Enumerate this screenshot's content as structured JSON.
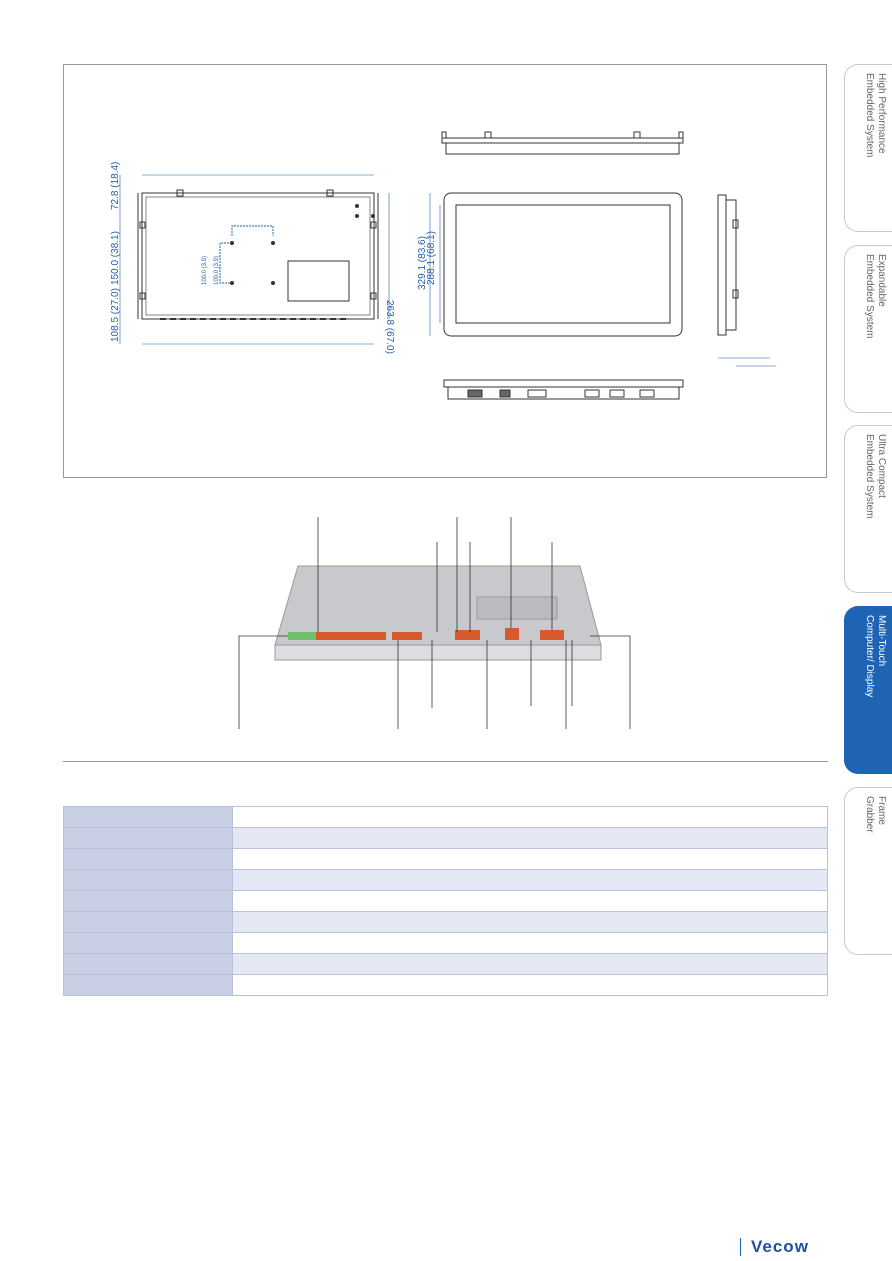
{
  "dimensions": {
    "left_v1": "108.5 (27.0)",
    "left_v2": "150.0 (38.1)",
    "left_v3": "72.8 (18.4)",
    "right_v1": "263.8 (67.0)",
    "front_v1": "329.1 (83.6)",
    "front_v2": "288.1 (68.1)",
    "vesa_v": "100.0 (3.9)",
    "vesa_h": "100.0 (3.9)"
  },
  "tabs": [
    {
      "label": "High Performance\nEmbedded System"
    },
    {
      "label": "Expandable\nEmbedded System"
    },
    {
      "label": "Ultra Compact\nEmbedded System"
    },
    {
      "label": "Multi-Touch\nComputer/ Display"
    },
    {
      "label": "Frame\nGrabber"
    }
  ],
  "spec_rows": 9,
  "brand": {
    "name": "Vecow",
    "color": "#1f4fa0"
  },
  "colors": {
    "accent": "#1f63b5",
    "dimension": "#1f5fa8",
    "header_cell": "#c9d0e6",
    "alt_cell": "#e4e8f4"
  }
}
